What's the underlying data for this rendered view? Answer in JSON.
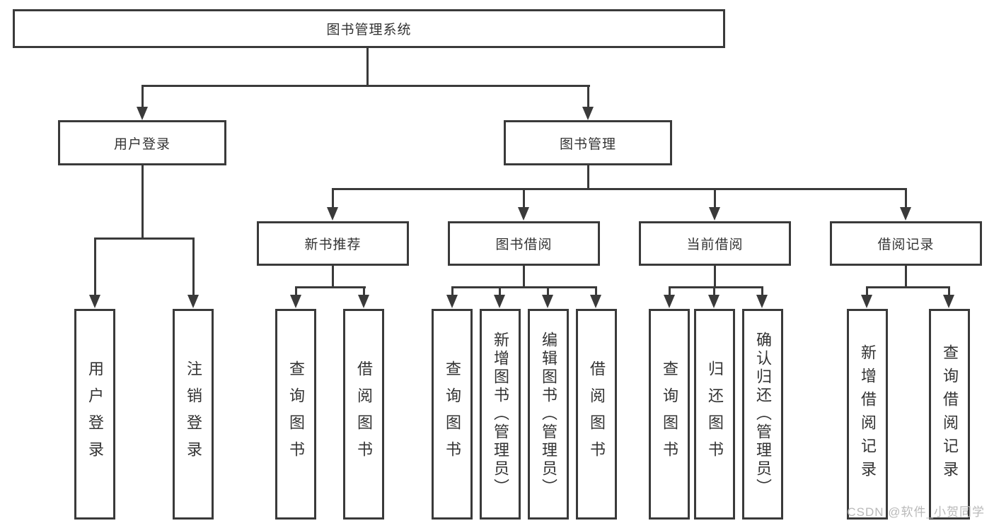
{
  "diagram": {
    "root": {
      "label": "图书管理系统",
      "children": [
        {
          "label": "用户登录",
          "children": [
            {
              "label": "用户登录"
            },
            {
              "label": "注销登录"
            }
          ]
        },
        {
          "label": "图书管理",
          "children": [
            {
              "label": "新书推荐",
              "children": [
                {
                  "label": "查询图书"
                },
                {
                  "label": "借阅图书"
                }
              ]
            },
            {
              "label": "图书借阅",
              "children": [
                {
                  "label": "查询图书"
                },
                {
                  "label": "新增图书（管理员）"
                },
                {
                  "label": "编辑图书（管理员）"
                },
                {
                  "label": "借阅图书"
                }
              ]
            },
            {
              "label": "当前借阅",
              "children": [
                {
                  "label": "查询图书"
                },
                {
                  "label": "归还图书"
                },
                {
                  "label": "确认归还（管理员）"
                }
              ]
            },
            {
              "label": "借阅记录",
              "children": [
                {
                  "label": "新增借阅记录"
                },
                {
                  "label": "查询借阅记录"
                }
              ]
            }
          ]
        }
      ]
    },
    "watermark": "CSDN @软件_小贺同学",
    "colors": {
      "line": "#3a3a3a",
      "text": "#333333",
      "background": "#ffffff",
      "watermark": "#b9b9b9"
    }
  }
}
